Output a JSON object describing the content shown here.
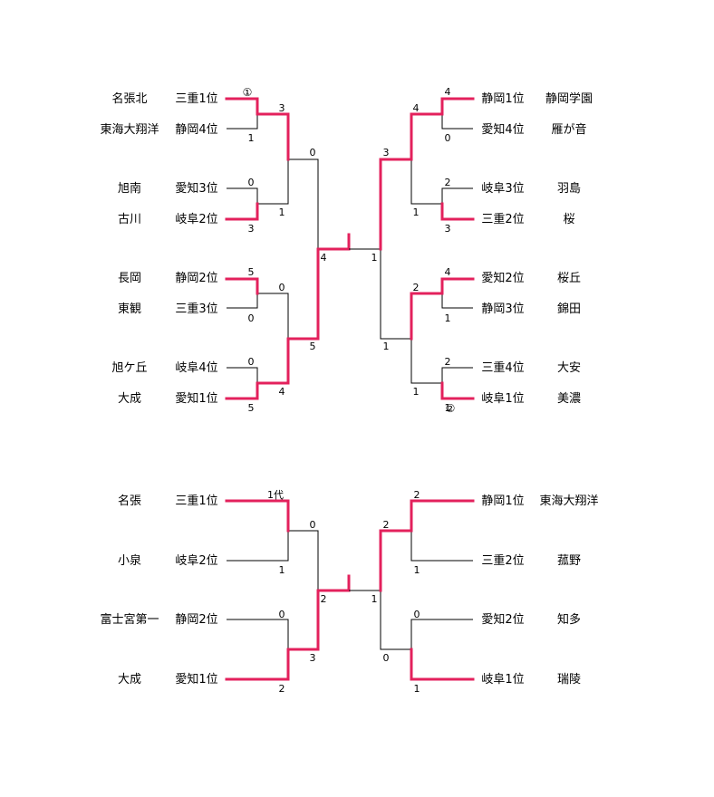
{
  "colors": {
    "winner_line": "#e3215c",
    "line": "#000000",
    "background": "#ffffff"
  },
  "top_bracket": {
    "left_teams": [
      {
        "school": "名張北",
        "seed": "三重1位"
      },
      {
        "school": "東海大翔洋",
        "seed": "静岡4位"
      },
      {
        "school": "旭南",
        "seed": "愛知3位"
      },
      {
        "school": "古川",
        "seed": "岐阜2位"
      },
      {
        "school": "長岡",
        "seed": "静岡2位"
      },
      {
        "school": "東観",
        "seed": "三重3位"
      },
      {
        "school": "旭ケ丘",
        "seed": "岐阜4位"
      },
      {
        "school": "大成",
        "seed": "愛知1位"
      }
    ],
    "right_teams": [
      {
        "seed": "静岡1位",
        "school": "静岡学園"
      },
      {
        "seed": "愛知4位",
        "school": "雁が音"
      },
      {
        "seed": "岐阜3位",
        "school": "羽島"
      },
      {
        "seed": "三重2位",
        "school": "桜"
      },
      {
        "seed": "愛知2位",
        "school": "桜丘"
      },
      {
        "seed": "静岡3位",
        "school": "錦田"
      },
      {
        "seed": "三重4位",
        "school": "大安"
      },
      {
        "seed": "岐阜1位",
        "school": "美濃"
      }
    ],
    "left_r1_scores": [
      "3",
      "1",
      "0",
      "3",
      "5",
      "0",
      "0",
      "5"
    ],
    "left_r2_scores": [
      "3",
      "1",
      "0",
      "4"
    ],
    "left_r3_scores": [
      "0",
      "5"
    ],
    "final_left_score": "4",
    "final_right_score": "1",
    "right_r3_scores": [
      "3",
      "1"
    ],
    "right_r2_scores": [
      "4",
      "1",
      "2",
      "1"
    ],
    "right_r1_scores": [
      "4",
      "0",
      "2",
      "3",
      "4",
      "1",
      "2",
      "1"
    ],
    "markers": [
      "①",
      "②"
    ]
  },
  "bottom_bracket": {
    "left_teams": [
      {
        "school": "名張",
        "seed": "三重1位"
      },
      {
        "school": "小泉",
        "seed": "岐阜2位"
      },
      {
        "school": "富士宮第一",
        "seed": "静岡2位"
      },
      {
        "school": "大成",
        "seed": "愛知1位"
      }
    ],
    "right_teams": [
      {
        "seed": "静岡1位",
        "school": "東海大翔洋"
      },
      {
        "seed": "三重2位",
        "school": "菰野"
      },
      {
        "seed": "愛知2位",
        "school": "知多"
      },
      {
        "seed": "岐阜1位",
        "school": "瑞陵"
      }
    ],
    "left_r1_scores": [
      "1代",
      "1",
      "0",
      "2"
    ],
    "left_r2_scores": [
      "0",
      "3"
    ],
    "final_left_score": "2",
    "final_right_score": "1",
    "right_r2_scores": [
      "2",
      "0"
    ],
    "right_r1_scores": [
      "2",
      "1",
      "0",
      "1"
    ]
  }
}
